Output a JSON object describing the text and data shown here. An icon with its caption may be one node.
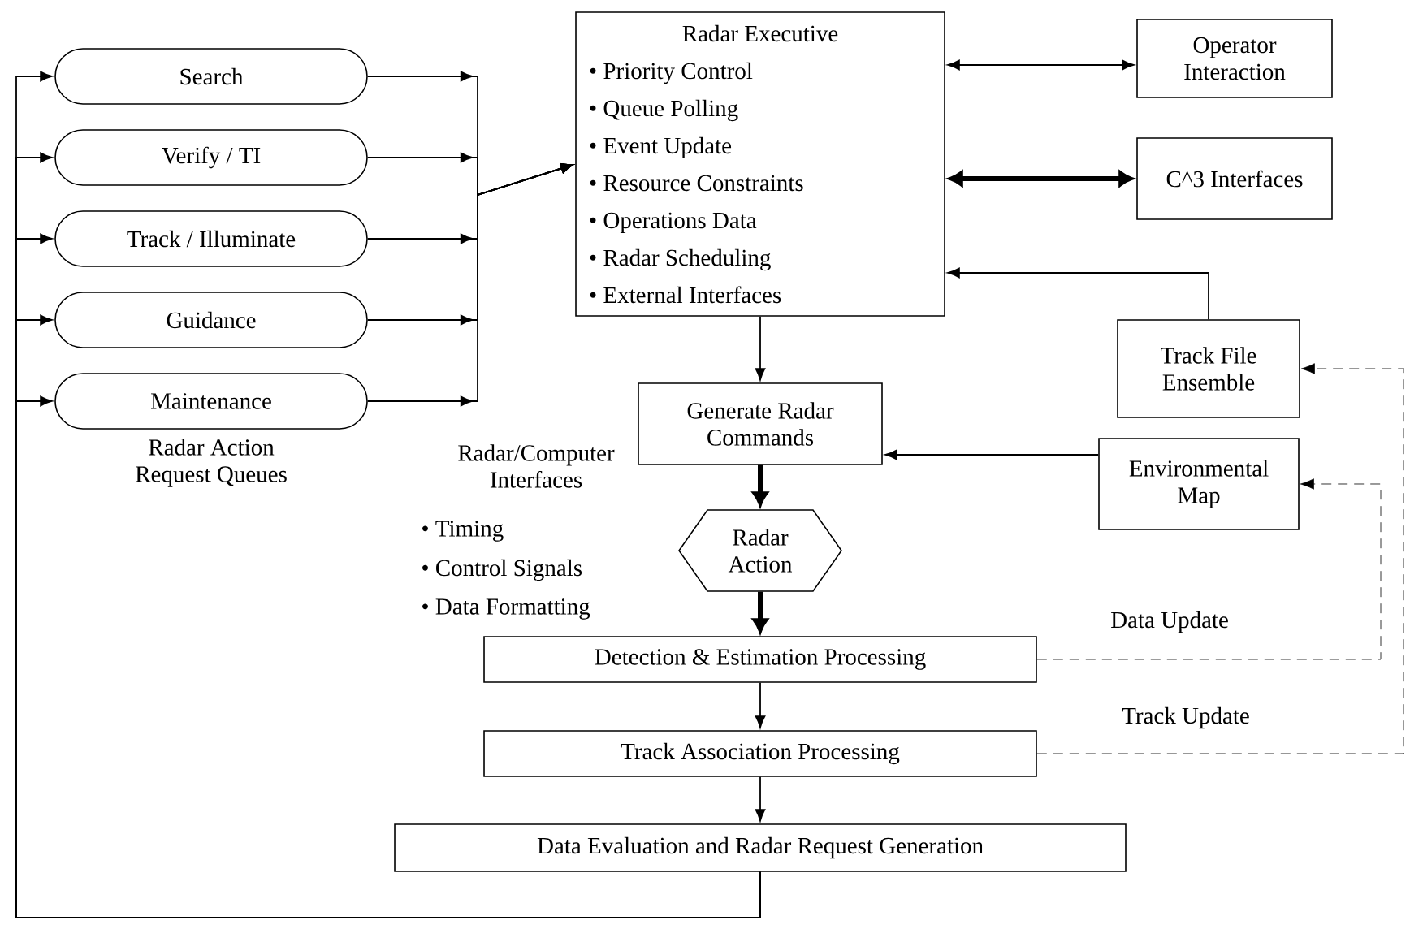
{
  "diagram": {
    "nodes": [
      {
        "text": [
          "Search"
        ]
      },
      {
        "text": [
          "Verify / TI"
        ]
      },
      {
        "text": [
          "Track / Illuminate"
        ]
      },
      {
        "text": [
          "Guidance"
        ]
      },
      {
        "text": [
          "Maintenance"
        ]
      },
      {
        "text": [
          "Radar Executive",
          "• Priority Control",
          "• Queue Polling",
          "• Event Update",
          "• Resource Constraints",
          "• Operations Data",
          "• Radar Scheduling",
          "• External Interfaces"
        ]
      },
      {
        "text": [
          "Operator Interaction"
        ]
      },
      {
        "text": [
          "C^3 Interfaces"
        ]
      },
      {
        "text": [
          "Track File Ensemble"
        ]
      },
      {
        "text": [
          "Generate Radar Commands"
        ]
      },
      {
        "text": [
          "Environmental Map"
        ]
      },
      {
        "text": [
          "Radar Action"
        ]
      },
      {
        "text": [
          "Detection & Estimation Processing"
        ]
      },
      {
        "text": [
          "Track Association Processing"
        ]
      },
      {
        "text": [
          "Data Evaluation and Radar Request Generation"
        ]
      }
    ],
    "edges": [
      {
        "from": 0,
        "to": 5,
        "arrow": "to"
      },
      {
        "from": 1,
        "to": 5,
        "arrow": "to"
      },
      {
        "from": 2,
        "to": 5,
        "arrow": "to"
      },
      {
        "from": 3,
        "to": 5,
        "arrow": "to"
      },
      {
        "from": 4,
        "to": 5,
        "arrow": "to"
      },
      {
        "from": 5,
        "to": 6,
        "arrow": "both"
      },
      {
        "from": 5,
        "to": 7,
        "arrow": "both",
        "style": "thick"
      },
      {
        "from": 8,
        "to": 5,
        "arrow": "to"
      },
      {
        "from": 5,
        "to": 9,
        "arrow": "to"
      },
      {
        "from": 10,
        "to": 9,
        "arrow": "to"
      },
      {
        "from": 9,
        "to": 11,
        "arrow": "to",
        "style": "thick"
      },
      {
        "from": 11,
        "to": 12,
        "arrow": "to",
        "style": "thick"
      },
      {
        "from": 12,
        "to": 10,
        "arrow": "to",
        "style": "dashed",
        "label": "Data Update"
      },
      {
        "from": 12,
        "to": 13,
        "arrow": "to"
      },
      {
        "from": 13,
        "to": 8,
        "arrow": "to",
        "style": "dashed",
        "label": "Track Update"
      },
      {
        "from": 13,
        "to": 14,
        "arrow": "to"
      },
      {
        "from": 14,
        "to": 0,
        "arrow": "to"
      },
      {
        "from": 14,
        "to": 1,
        "arrow": "to"
      },
      {
        "from": 14,
        "to": 2,
        "arrow": "to"
      },
      {
        "from": 14,
        "to": 3,
        "arrow": "to"
      },
      {
        "from": 14,
        "to": 4,
        "arrow": "to"
      }
    ],
    "labels": [
      "Radar Action Request Queues",
      "Radar/Computer Interfaces",
      "• Timing",
      "• Control Signals",
      "• Data Formatting"
    ]
  }
}
